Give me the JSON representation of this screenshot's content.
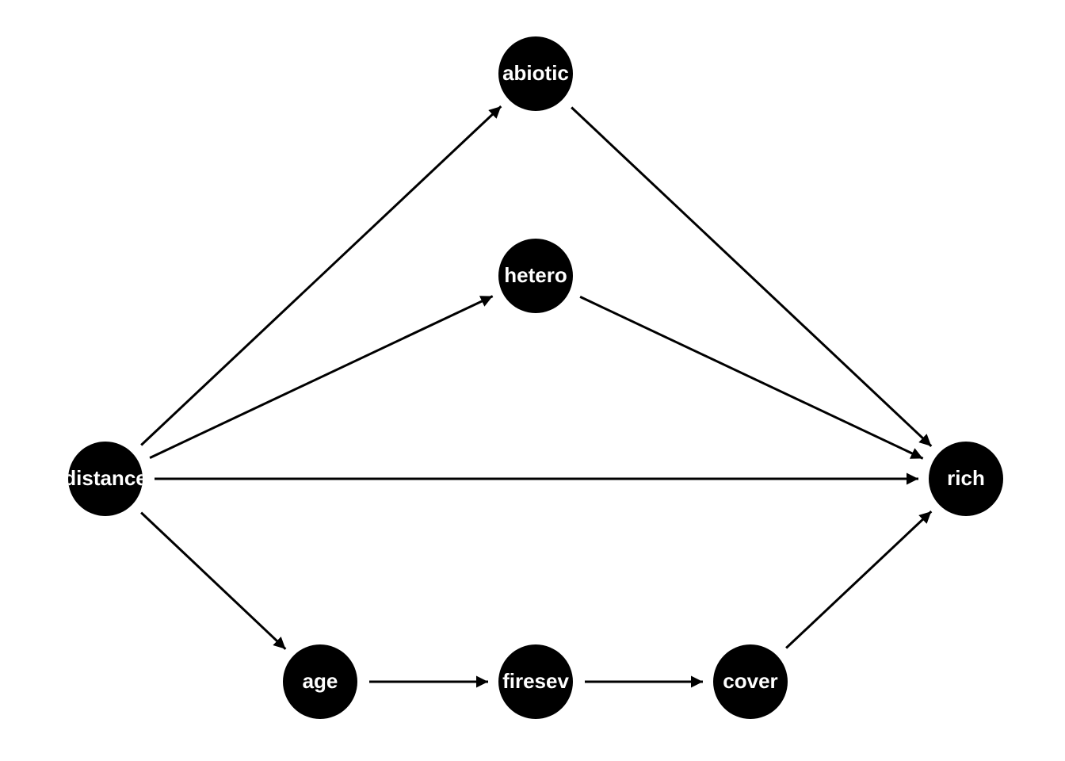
{
  "diagram": {
    "nodes": [
      {
        "id": "distance",
        "label": "distance"
      },
      {
        "id": "abiotic",
        "label": "abiotic"
      },
      {
        "id": "hetero",
        "label": "hetero"
      },
      {
        "id": "rich",
        "label": "rich"
      },
      {
        "id": "age",
        "label": "age"
      },
      {
        "id": "firesev",
        "label": "firesev"
      },
      {
        "id": "cover",
        "label": "cover"
      }
    ],
    "edges": [
      {
        "from": "distance",
        "to": "abiotic"
      },
      {
        "from": "distance",
        "to": "hetero"
      },
      {
        "from": "distance",
        "to": "rich"
      },
      {
        "from": "distance",
        "to": "age"
      },
      {
        "from": "abiotic",
        "to": "rich"
      },
      {
        "from": "hetero",
        "to": "rich"
      },
      {
        "from": "age",
        "to": "firesev"
      },
      {
        "from": "firesev",
        "to": "cover"
      },
      {
        "from": "cover",
        "to": "rich"
      }
    ]
  }
}
